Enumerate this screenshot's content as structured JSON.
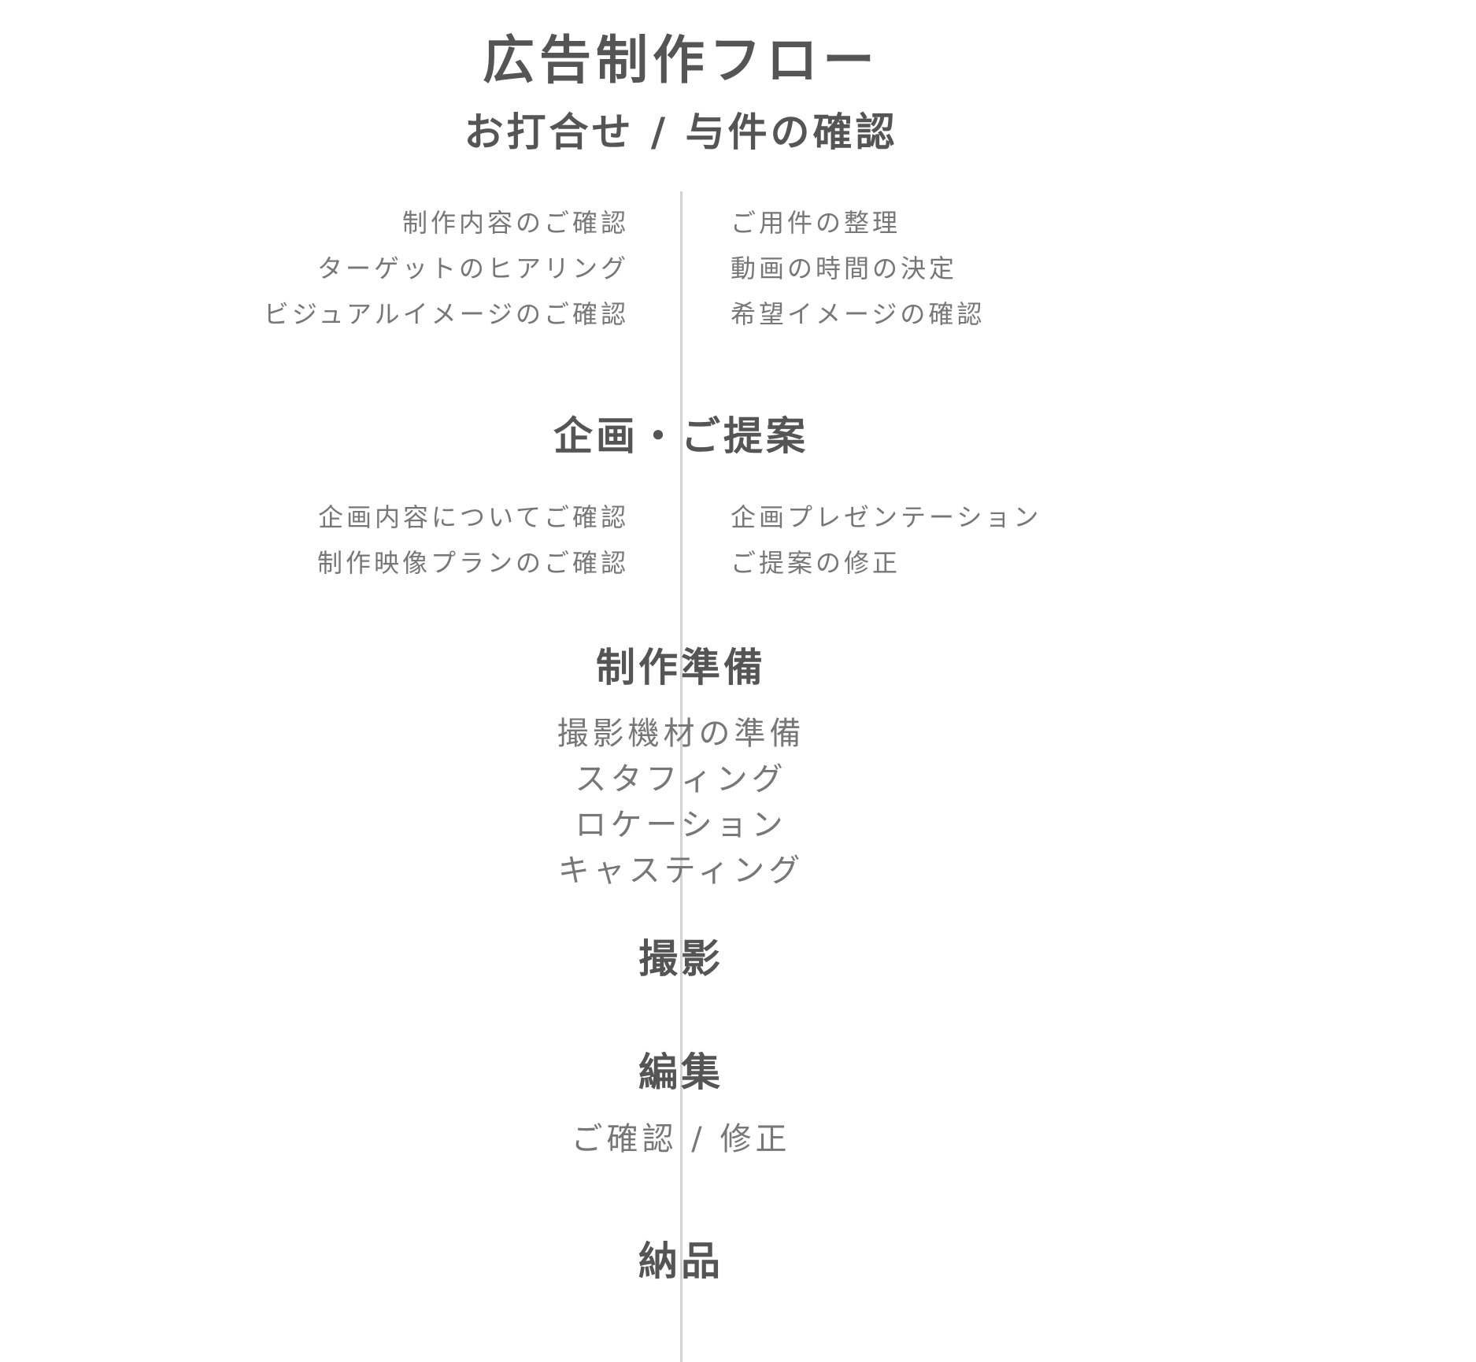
{
  "title": "広告制作フロー",
  "sections": [
    {
      "heading": "お打合せ / 与件の確認",
      "left_items": [
        "制作内容のご確認",
        "ターゲットのヒアリング",
        "ビジュアルイメージのご確認"
      ],
      "right_items": [
        "ご用件の整理",
        "動画の時間の決定",
        "希望イメージの確認"
      ]
    },
    {
      "heading": "企画・ご提案",
      "left_items": [
        "企画内容についてご確認",
        "制作映像プランのご確認"
      ],
      "right_items": [
        "企画プレゼンテーション",
        "ご提案の修正"
      ]
    },
    {
      "heading": "制作準備",
      "items": [
        "撮影機材の準備",
        "スタフィング",
        "ロケーション",
        "キャスティング"
      ]
    },
    {
      "heading": "撮影"
    },
    {
      "heading": "編集",
      "items": [
        "ご確認 / 修正"
      ]
    },
    {
      "heading": "納品"
    }
  ]
}
